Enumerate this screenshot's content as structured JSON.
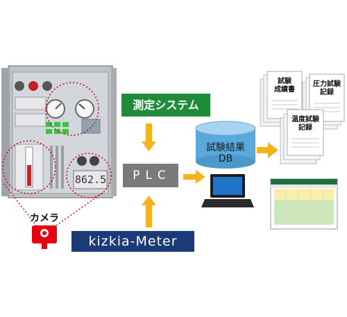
{
  "labels": {
    "camera": "カメラ",
    "meter": "kizkia-Meter",
    "plc": "PLC",
    "measurement_system": "測定システム",
    "db_line1": "試験結果",
    "db_line2": "DB",
    "doc_test_report_line1": "試験",
    "doc_test_report_line2": "成績書",
    "doc_pressure_line1": "圧力試験",
    "doc_pressure_line2": "記録",
    "doc_temperature_line1": "温度試験",
    "doc_temperature_line2": "記録",
    "panel_readout": "862.5"
  },
  "colors": {
    "arrow": "#f5b21a",
    "plc_box": "#7a7a7a",
    "system_box": "#1e8c3a",
    "meter_box": "#1b3a78",
    "db_cylinder": "#5aa9dd",
    "camera": "#e60012",
    "panel_body": "#c9ccd0",
    "dotted_focus": "#d0021b"
  },
  "icons": [
    "control-panel",
    "camera-icon",
    "laptop-icon",
    "database-icon",
    "document-icon",
    "spreadsheet-icon"
  ]
}
